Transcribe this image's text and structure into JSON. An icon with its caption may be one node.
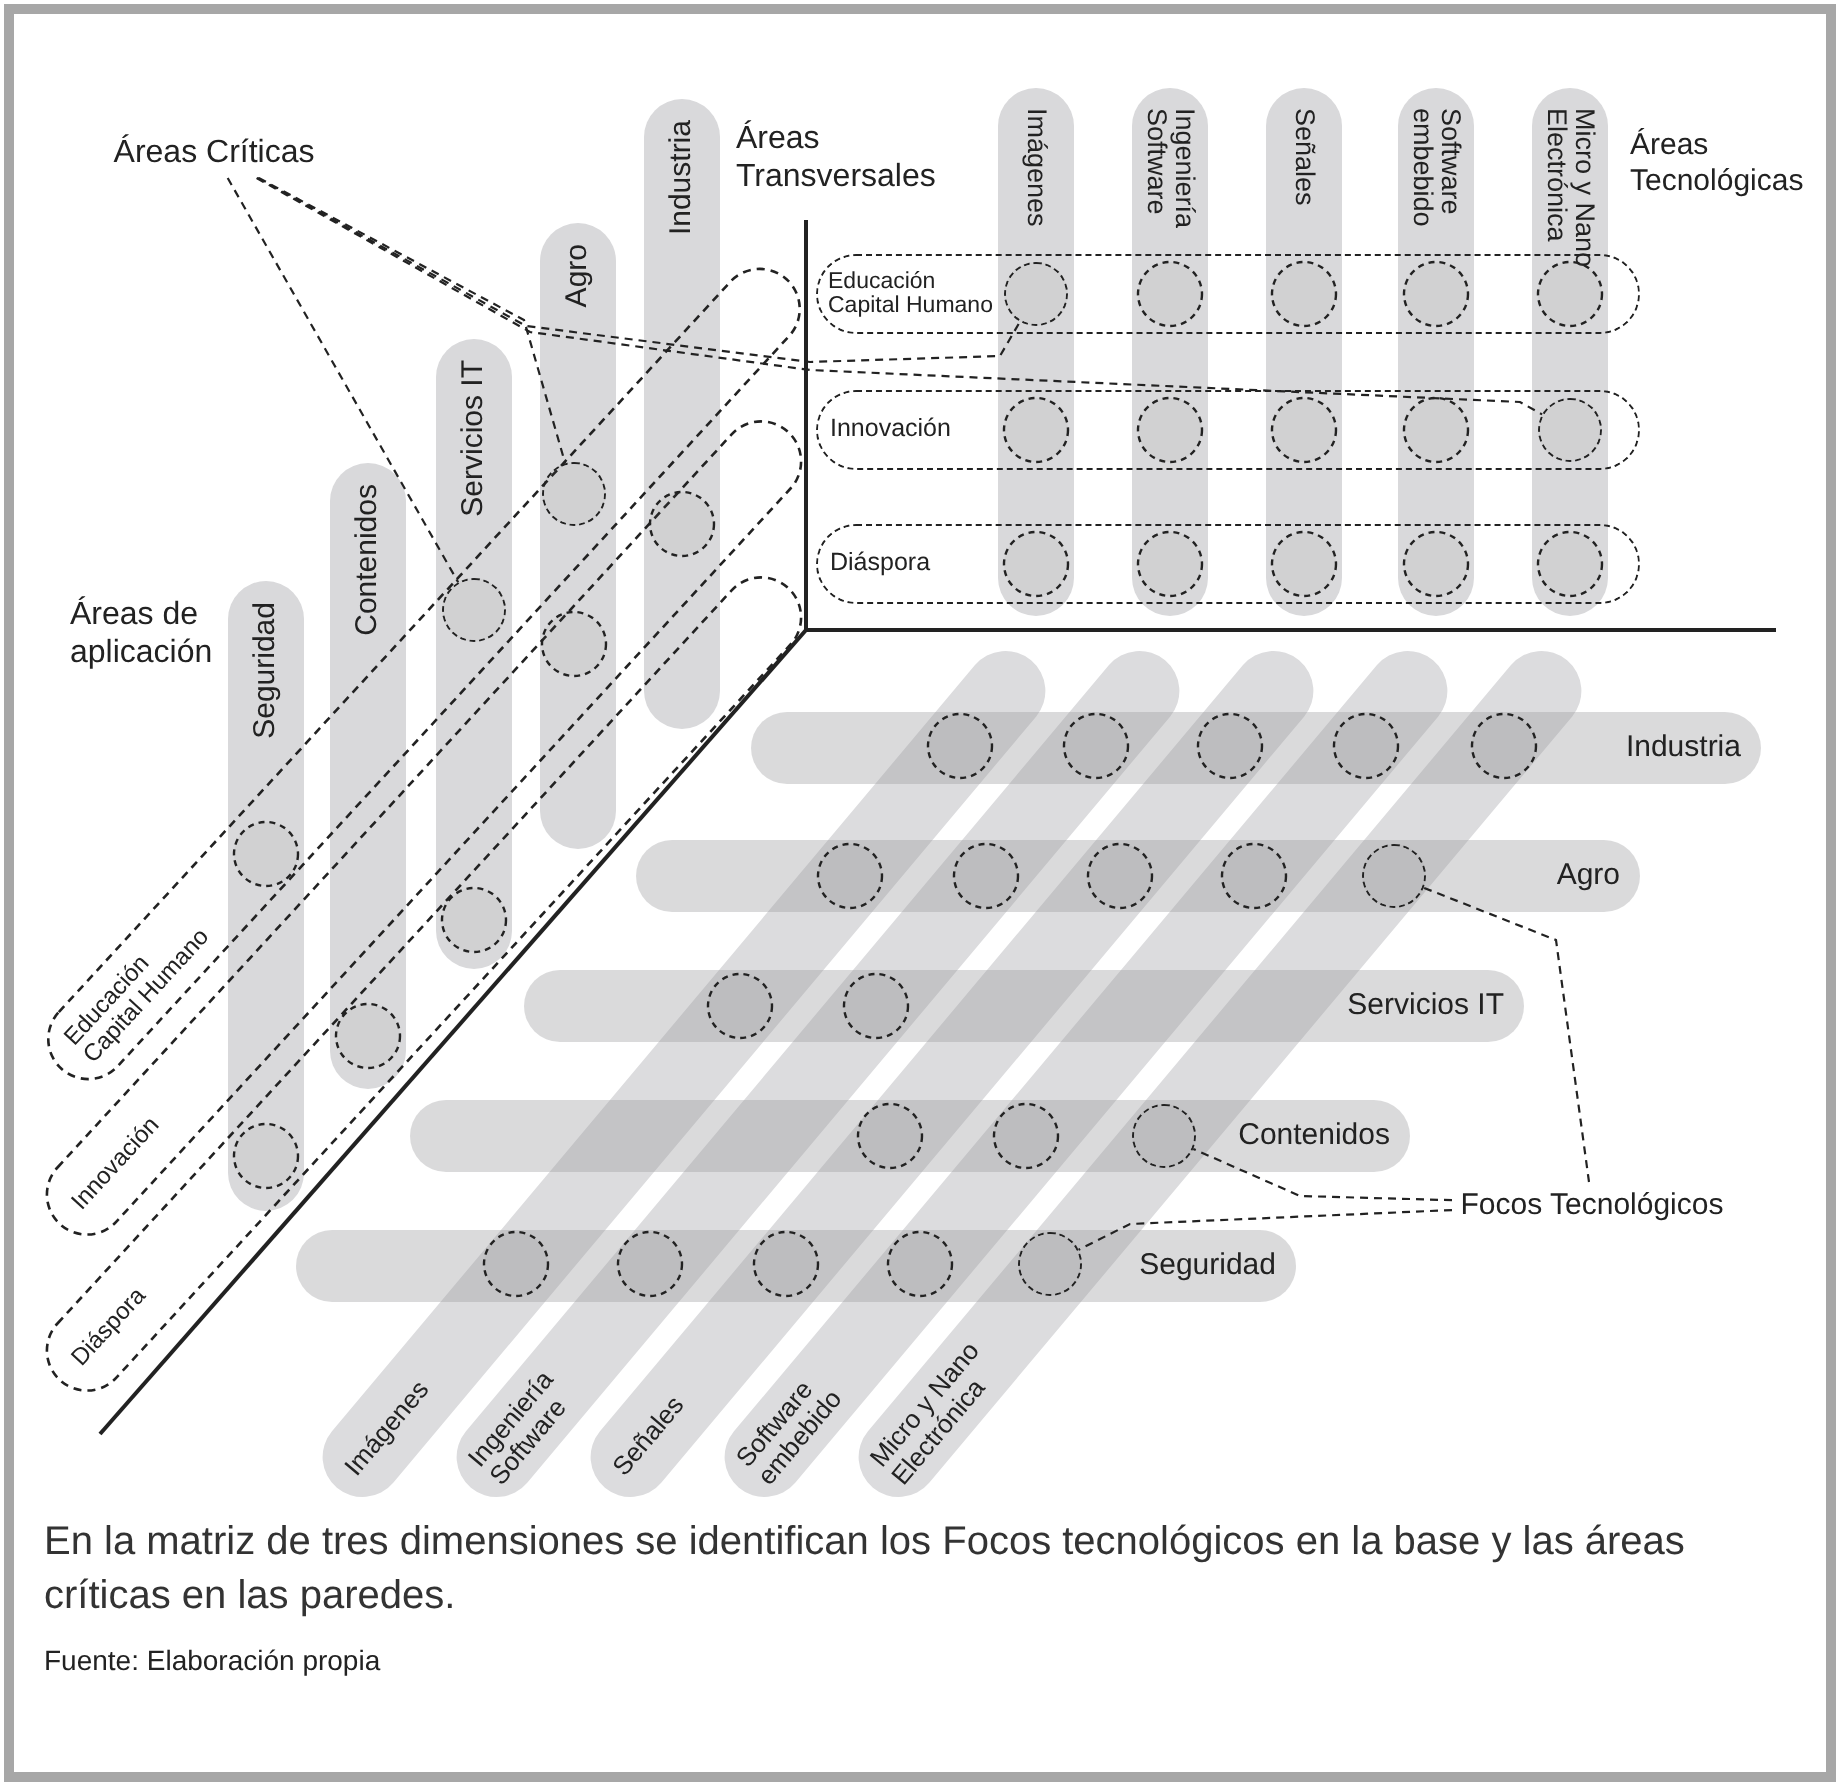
{
  "diagram": {
    "caption": "En la matriz de tres dimensiones se identifican los Focos tecnológicos en la base y las áreas críticas en las paredes.",
    "nodes": [
      {
        "text": [
          "Áreas Críticas"
        ]
      },
      {
        "text": [
          "Seguridad"
        ]
      },
      {
        "text": [
          "Contenidos"
        ]
      },
      {
        "text": [
          "Servicios IT"
        ]
      },
      {
        "text": [
          "Agro"
        ]
      },
      {
        "text": [
          "Industria"
        ]
      },
      {
        "text": [
          "Imágenes"
        ]
      },
      {
        "text": [
          "Ingeniería Software"
        ]
      },
      {
        "text": [
          "Señales"
        ]
      },
      {
        "text": [
          "Software embebido"
        ]
      },
      {
        "text": [
          "Micro y Nano Electrónica"
        ]
      },
      {
        "text": [
          "Educación Capital Humano"
        ]
      },
      {
        "text": [
          "Innovación"
        ]
      },
      {
        "text": [
          "Diáspora"
        ]
      },
      {
        "text": [
          "Educación Capital Humano"
        ]
      },
      {
        "text": [
          "Innovación"
        ]
      },
      {
        "text": [
          "Diáspora"
        ]
      },
      {
        "text": [
          "Industria"
        ]
      },
      {
        "text": [
          "Agro"
        ]
      },
      {
        "text": [
          "Servicios IT"
        ]
      },
      {
        "text": [
          "Contenidos"
        ]
      },
      {
        "text": [
          "Seguridad"
        ]
      },
      {
        "text": [
          "Focos Tecnológicos"
        ]
      },
      {
        "text": [
          "Imágenes"
        ]
      },
      {
        "text": [
          "Ingeniería Software"
        ]
      },
      {
        "text": [
          "Señales"
        ]
      },
      {
        "text": [
          "Software embebido"
        ]
      },
      {
        "text": [
          "Micro y Nano Electrónica"
        ]
      },
      {
        "text": [],
        "shape": "circle"
      },
      {
        "text": [],
        "shape": "circle"
      },
      {
        "text": [],
        "shape": "circle"
      },
      {
        "text": [],
        "shape": "circle"
      },
      {
        "text": [],
        "shape": "circle"
      },
      {
        "text": [],
        "shape": "circle"
      },
      {
        "text": [],
        "shape": "circle"
      }
    ],
    "edges": [
      {
        "from": 0,
        "to": 28,
        "arrow": "none",
        "style": "dashed"
      },
      {
        "from": 0,
        "to": 29,
        "arrow": "none",
        "style": "dashed"
      },
      {
        "from": 0,
        "to": 30,
        "arrow": "none",
        "style": "dashed"
      },
      {
        "from": 0,
        "to": 31,
        "arrow": "none",
        "style": "dashed"
      },
      {
        "from": 22,
        "to": 32,
        "arrow": "none",
        "style": "dashed"
      },
      {
        "from": 22,
        "to": 33,
        "arrow": "none",
        "style": "dashed"
      },
      {
        "from": 22,
        "to": 34,
        "arrow": "none",
        "style": "dashed"
      }
    ],
    "labels": [
      "Áreas Transversales",
      "Áreas Tecnológicas",
      "Áreas de aplicación",
      "Fuente: Elaboración propia"
    ]
  }
}
